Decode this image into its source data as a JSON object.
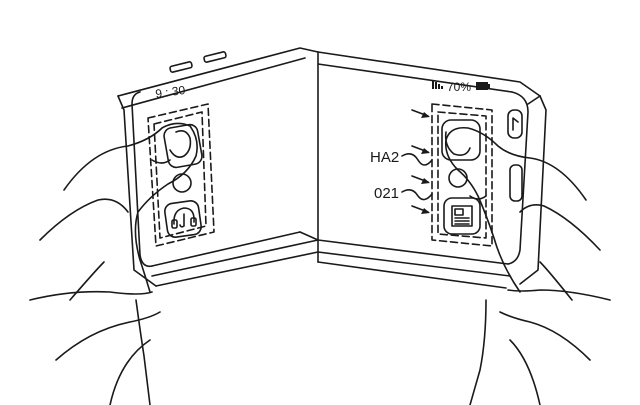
{
  "figure": {
    "type": "patent line drawing",
    "subject": "foldable device held in both hands, partially folded"
  },
  "left_screen": {
    "status_time": "9 : 30",
    "icons": [
      "fingerprint-touch-region",
      "settings-dial-icon",
      "music-headphones-icon"
    ]
  },
  "right_screen": {
    "status_battery_percent": "70%",
    "status_signal": "signal-bars-icon",
    "status_battery_icon": "battery-icon",
    "icons": [
      "fingerprint-touch-region",
      "settings-dial-icon",
      "gallery-image-icon"
    ]
  },
  "labels": {
    "ha2": "HA2",
    "o21": "021"
  },
  "colors": {
    "line": "#1a1a1a",
    "background": "#ffffff"
  }
}
